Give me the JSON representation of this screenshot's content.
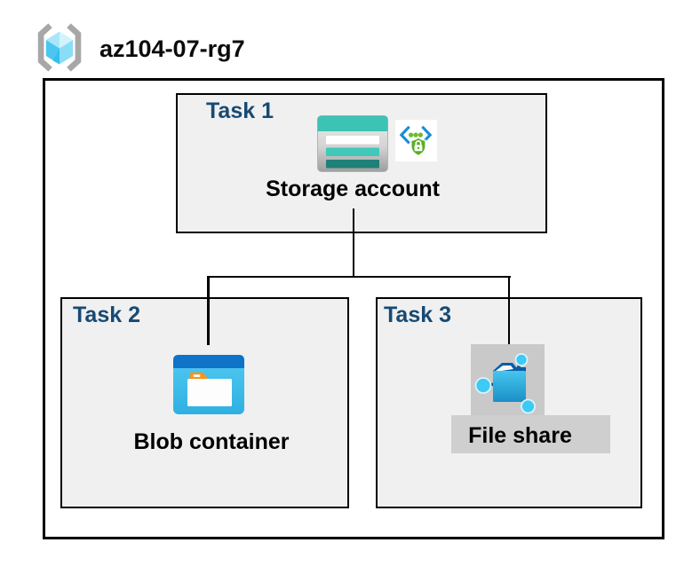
{
  "title": {
    "resource_group": "az104-07-rg7"
  },
  "tasks": [
    {
      "label": "Task 1",
      "node_label": "Storage account",
      "icons": [
        "storage-account-icon",
        "sas-icon"
      ]
    },
    {
      "label": "Task 2",
      "node_label": "Blob container",
      "icons": [
        "blob-container-icon"
      ]
    },
    {
      "label": "Task 3",
      "node_label": "File share",
      "icons": [
        "file-share-icon"
      ]
    }
  ],
  "connections": [
    {
      "from": "Storage account",
      "to": "Blob container"
    },
    {
      "from": "Storage account",
      "to": "File share"
    }
  ],
  "colors": {
    "navy": "#174A73",
    "box-fill": "#F0F0F1",
    "teal": "#3CC3B4",
    "teal-light": "#41C8B9",
    "teal-dark": "#1F8077",
    "azure-blue": "#0E73C9",
    "orange": "#F7941E",
    "chevron-blue": "#1B8DD8",
    "dot-green": "#6CBB2F",
    "shield-green": "#5CAD27",
    "fileshare-dark": "#0B5AA5",
    "fileshare-node": "#3DCAF5",
    "icon-gray": "#C9C9C9",
    "label-gray": "#CFCFCF",
    "bracket-gray": "#A7A7A7"
  }
}
